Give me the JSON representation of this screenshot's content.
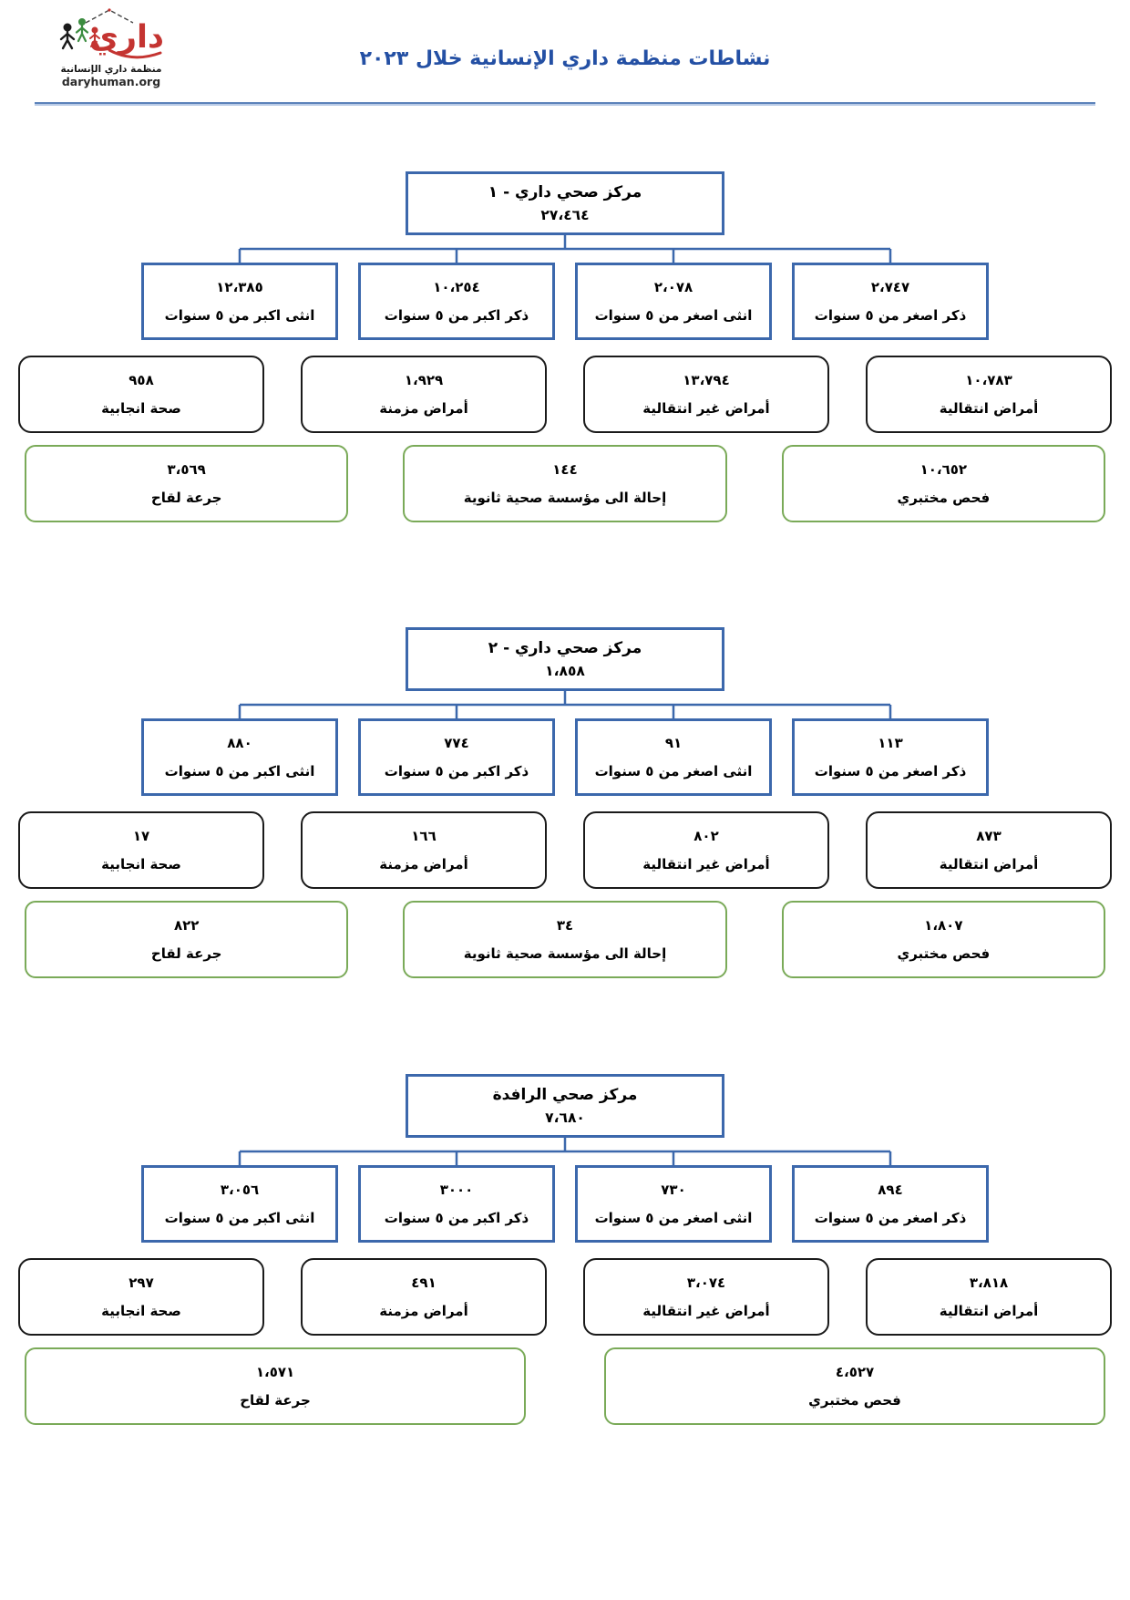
{
  "header": {
    "title": "نشاطات منظمة داري الإنسانية خلال ٢٠٢٣",
    "logo": {
      "wordmark": "داري",
      "org_name_ar": "منظمة داري الإنسانية",
      "website": "daryhuman.org"
    }
  },
  "colors": {
    "accent_blue": "#3C68AC",
    "title_blue": "#2450A4",
    "green": "#7AAA58",
    "black": "#1a1a1a",
    "logo_red": "#C43431",
    "rule_blue": "#5C82BA"
  },
  "centers": [
    {
      "name": "مركز صحي داري - ١",
      "total": "٢٧،٤٦٤",
      "demographics": [
        {
          "value": "٢،٧٤٧",
          "label": "ذكر اصغر من ٥ سنوات"
        },
        {
          "value": "٢،٠٧٨",
          "label": "انثى اصغر من ٥ سنوات"
        },
        {
          "value": "١٠،٢٥٤",
          "label": "ذكر اكبر من ٥ سنوات"
        },
        {
          "value": "١٢،٣٨٥",
          "label": "انثى اكبر من ٥ سنوات"
        }
      ],
      "disease_services": [
        {
          "value": "١٠،٧٨٣",
          "label": "أمراض انتقالية"
        },
        {
          "value": "١٣،٧٩٤",
          "label": "أمراض غير انتقالية"
        },
        {
          "value": "١،٩٢٩",
          "label": "أمراض مزمنة"
        },
        {
          "value": "٩٥٨",
          "label": "صحة انجابية"
        }
      ],
      "support_services": [
        {
          "value": "١٠،٦٥٢",
          "label": "فحص مختبري"
        },
        {
          "value": "١٤٤",
          "label": "إحالة الى مؤسسة صحية ثانوية"
        },
        {
          "value": "٣،٥٦٩",
          "label": "جرعة لقاح"
        }
      ]
    },
    {
      "name": "مركز صحي داري - ٢",
      "total": "١،٨٥٨",
      "demographics": [
        {
          "value": "١١٣",
          "label": "ذكر اصغر من ٥ سنوات"
        },
        {
          "value": "٩١",
          "label": "انثى اصغر من ٥ سنوات"
        },
        {
          "value": "٧٧٤",
          "label": "ذكر اكبر من ٥ سنوات"
        },
        {
          "value": "٨٨٠",
          "label": "انثى اكبر من ٥ سنوات"
        }
      ],
      "disease_services": [
        {
          "value": "٨٧٣",
          "label": "أمراض انتقالية"
        },
        {
          "value": "٨٠٢",
          "label": "أمراض غير انتقالية"
        },
        {
          "value": "١٦٦",
          "label": "أمراض مزمنة"
        },
        {
          "value": "١٧",
          "label": "صحة انجابية"
        }
      ],
      "support_services": [
        {
          "value": "١،٨٠٧",
          "label": "فحص مختبري"
        },
        {
          "value": "٣٤",
          "label": "إحالة الى مؤسسة صحية ثانوية"
        },
        {
          "value": "٨٢٢",
          "label": "جرعة لقاح"
        }
      ]
    },
    {
      "name": "مركز صحي الرافدة",
      "total": "٧،٦٨٠",
      "demographics": [
        {
          "value": "٨٩٤",
          "label": "ذكر اصغر من ٥ سنوات"
        },
        {
          "value": "٧٣٠",
          "label": "انثى اصغر من ٥ سنوات"
        },
        {
          "value": "٣٠٠٠",
          "label": "ذكر اكبر من ٥ سنوات"
        },
        {
          "value": "٣،٠٥٦",
          "label": "انثى اكبر من ٥ سنوات"
        }
      ],
      "disease_services": [
        {
          "value": "٣،٨١٨",
          "label": "أمراض انتقالية"
        },
        {
          "value": "٣،٠٧٤",
          "label": "أمراض غير انتقالية"
        },
        {
          "value": "٤٩١",
          "label": "أمراض مزمنة"
        },
        {
          "value": "٢٩٧",
          "label": "صحة انجابية"
        }
      ],
      "support_services": [
        {
          "value": "٤،٥٢٧",
          "label": "فحص مختبري"
        },
        {
          "value": "١،٥٧١",
          "label": "جرعة لقاح"
        }
      ]
    }
  ]
}
